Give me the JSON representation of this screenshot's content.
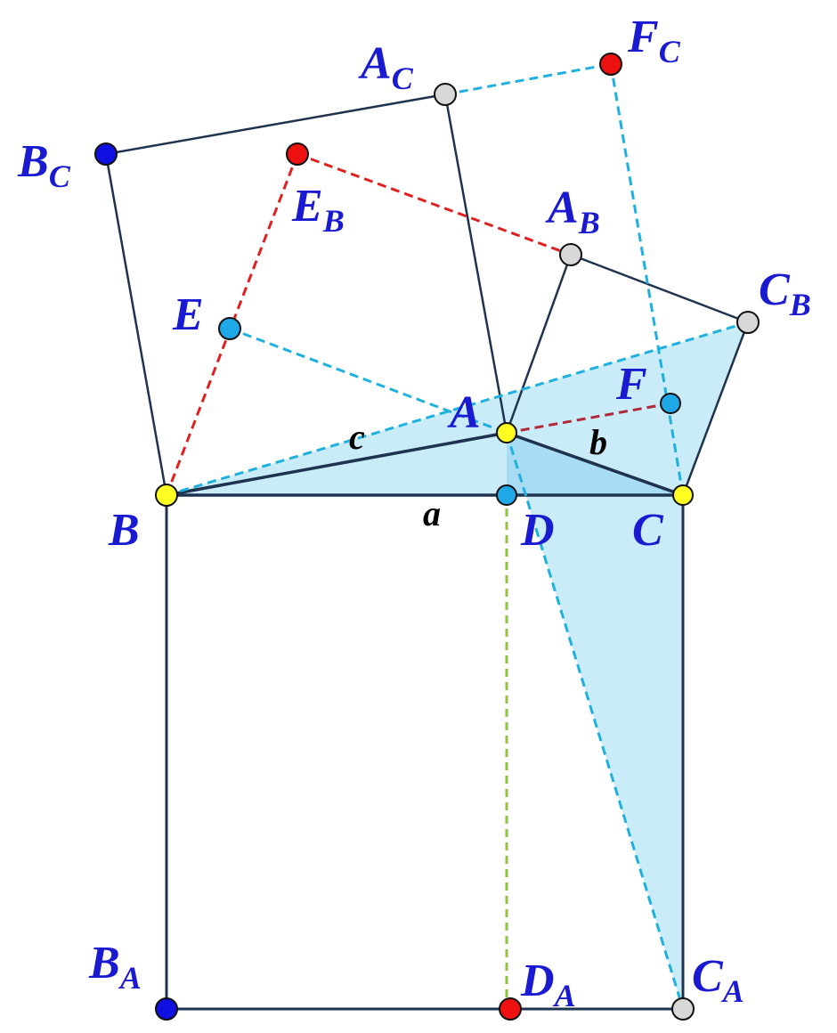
{
  "colors": {
    "solid_line": "#1f3350",
    "cyan_dashed": "#1fb0e0",
    "red_dashed": "#e02020",
    "dark_red_dashed": "#b02a3a",
    "green_dashed": "#8cc63f",
    "fill_light": "#c9ecf8",
    "fill_mid": "#a8dcf4",
    "label_blue": "#1a1ad0",
    "label_black": "#000000",
    "point_yellow": "#ffff22",
    "point_cyan": "#1ea8e8",
    "point_red": "#ee1111",
    "point_blue": "#1010e0",
    "point_gray": "#d8d8d8"
  },
  "points": {
    "A": {
      "name": "A"
    },
    "B": {
      "name": "B"
    },
    "C": {
      "name": "C"
    },
    "D": {
      "name": "D"
    },
    "E": {
      "name": "E"
    },
    "F": {
      "name": "F"
    },
    "A_C": {
      "name": "A",
      "sub": "C"
    },
    "B_C": {
      "name": "B",
      "sub": "C"
    },
    "F_C": {
      "name": "F",
      "sub": "C"
    },
    "E_B": {
      "name": "E",
      "sub": "B"
    },
    "A_B": {
      "name": "A",
      "sub": "B"
    },
    "C_B": {
      "name": "C",
      "sub": "B"
    },
    "B_A": {
      "name": "B",
      "sub": "A"
    },
    "D_A": {
      "name": "D",
      "sub": "A"
    },
    "C_A": {
      "name": "C",
      "sub": "A"
    }
  },
  "sides": {
    "a": "a",
    "b": "b",
    "c": "c"
  }
}
